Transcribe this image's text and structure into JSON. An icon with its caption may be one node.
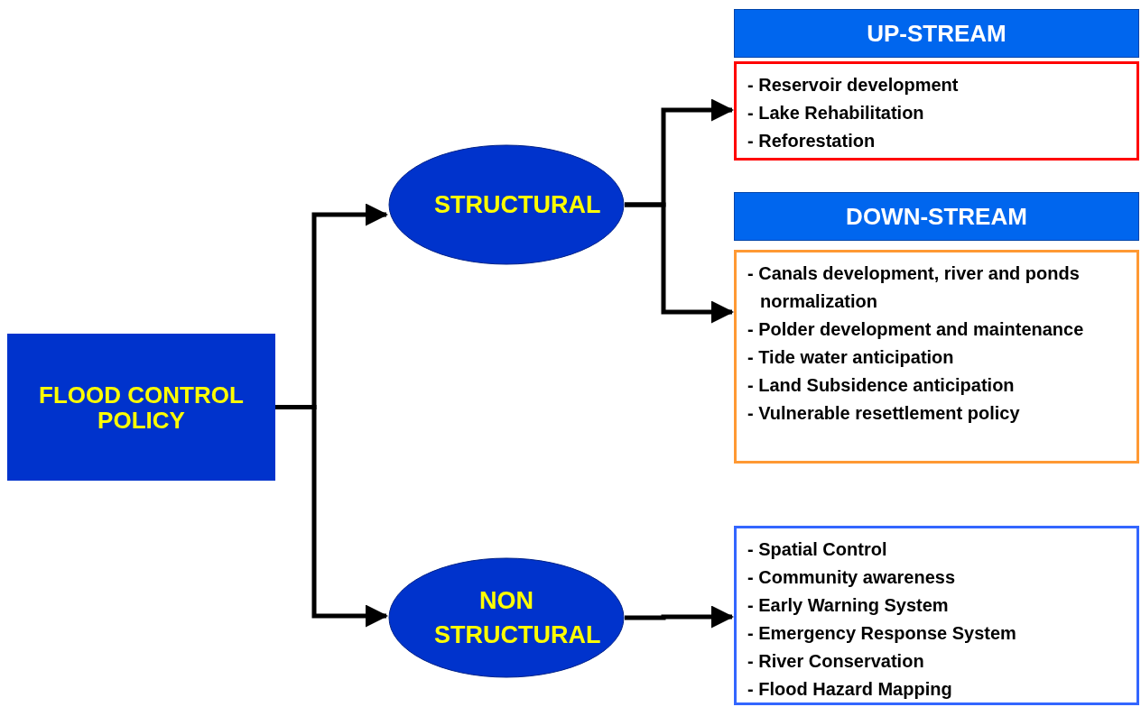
{
  "diagram": {
    "nodes": [
      {
        "text": [
          "FLOOD CONTROL POLICY"
        ]
      },
      {
        "text": [
          "STRUCTURAL"
        ]
      },
      {
        "text": [
          "NON STRUCTURAL"
        ]
      },
      {
        "text": [
          "UP-STREAM"
        ]
      },
      {
        "text": [
          "- Reservoir development",
          "- Lake Rehabilitation",
          "- Reforestation"
        ]
      },
      {
        "text": [
          "DOWN-STREAM"
        ]
      },
      {
        "text": [
          "- Canals development, river and ponds normalization",
          "- Polder development and maintenance",
          "- Tide water anticipation",
          "- Land Subsidence anticipation",
          "- Vulnerable resettlement policy"
        ]
      },
      {
        "text": [
          "- Spatial Control",
          "- Community awareness",
          "- Early Warning System",
          "- Emergency Response System",
          "- River Conservation",
          "- Flood Hazard Mapping"
        ]
      }
    ],
    "edges": [
      {
        "from": 0,
        "to": 1,
        "arrow": "to"
      },
      {
        "from": 0,
        "to": 2,
        "arrow": "to"
      },
      {
        "from": 1,
        "to": 4,
        "arrow": "to"
      },
      {
        "from": 1,
        "to": 6,
        "arrow": "to"
      },
      {
        "from": 2,
        "to": 7,
        "arrow": "to"
      }
    ]
  }
}
